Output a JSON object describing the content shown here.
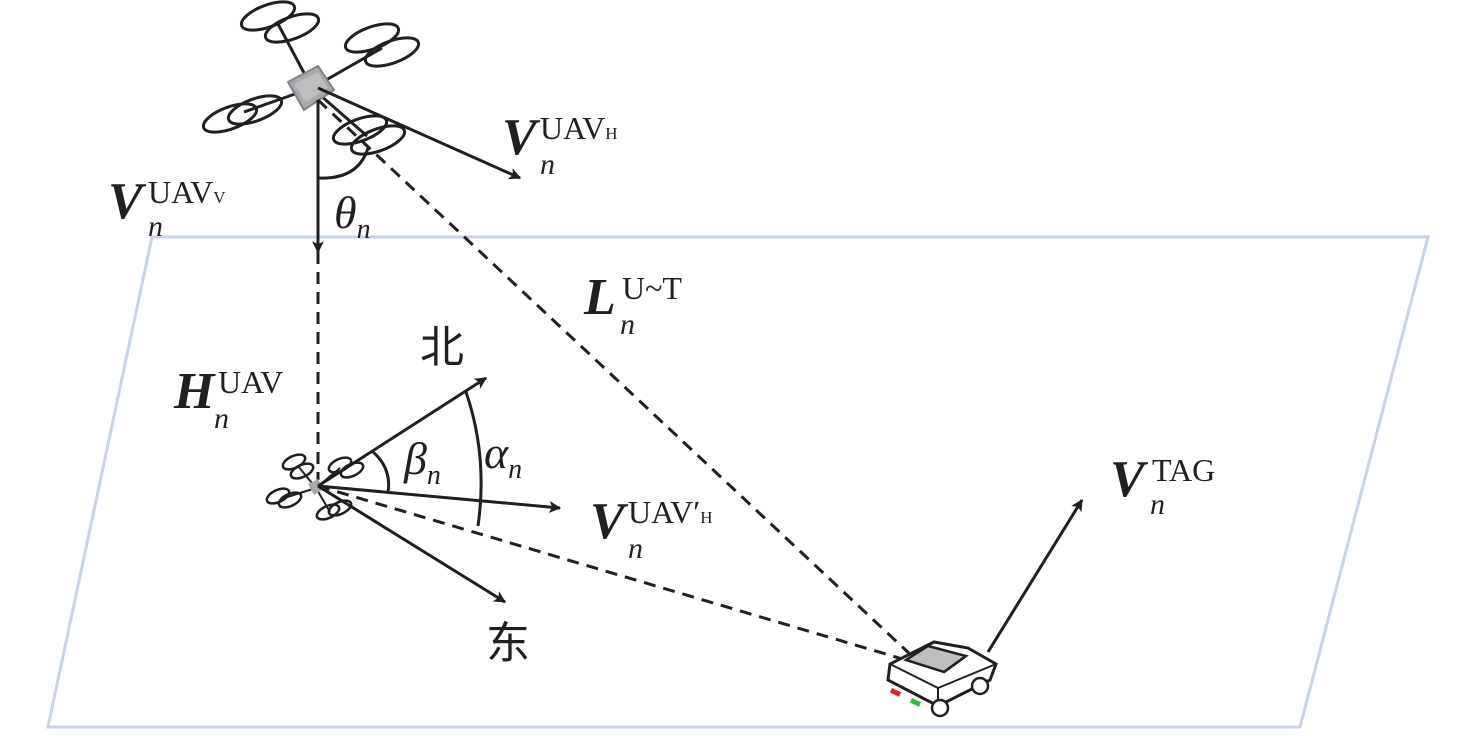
{
  "labels": {
    "v_uav_h": {
      "symbol": "V",
      "sub": "n",
      "sup": "UAV",
      "sup_sub": "H"
    },
    "v_uav_v": {
      "symbol": "V",
      "sub": "n",
      "sup": "UAV",
      "sup_sub": "V"
    },
    "theta": {
      "symbol": "θ",
      "sub": "n"
    },
    "l_ut": {
      "symbol": "L",
      "sub": "n",
      "sup": "U~T"
    },
    "h_uav": {
      "symbol": "H",
      "sub": "n",
      "sup": "UAV"
    },
    "beta": {
      "symbol": "β",
      "sub": "n"
    },
    "alpha": {
      "symbol": "α",
      "sub": "n"
    },
    "v_uav_h_proj": {
      "symbol": "V",
      "sub": "n",
      "sup": "UAV′",
      "sup_sub": "H"
    },
    "v_tag": {
      "symbol": "V",
      "sub": "n",
      "sup": "TAG"
    },
    "north": "北",
    "east": "东"
  },
  "colors": {
    "ink": "#231f20",
    "plane": "#c8d3e8",
    "drone_body": "#a7a9ac",
    "car_roof": "#bcbec0",
    "tail_red": "#ed1c24",
    "tail_green": "#39b54a"
  }
}
